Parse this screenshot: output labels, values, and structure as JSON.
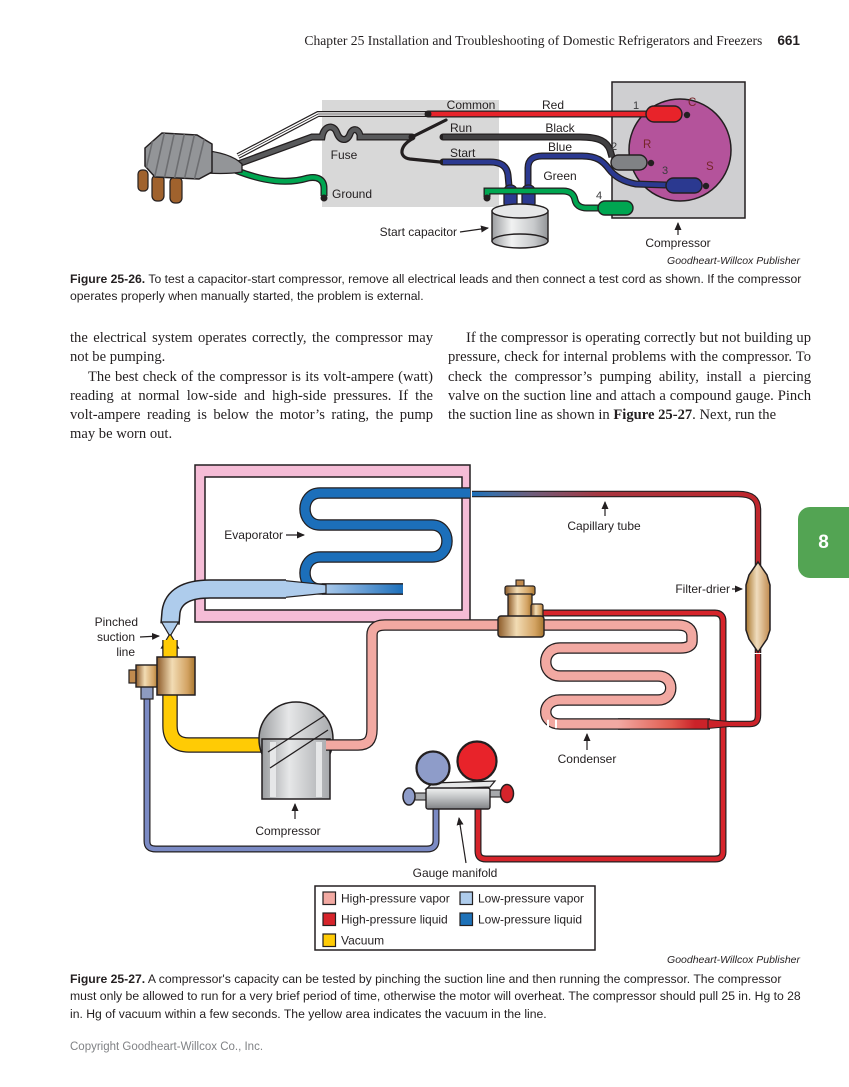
{
  "page": {
    "header_title": "Chapter 25 Installation and Troubleshooting of Domestic Refrigerators and Freezers",
    "page_number": "661",
    "side_tab_label": "8",
    "footer_copyright": "Copyright Goodheart-Willcox Co., Inc."
  },
  "figure_26": {
    "caption_label": "Figure 25-26.",
    "caption_text": " To test a capacitor-start compressor, remove all electrical leads and then connect a test cord as shown. If the compressor operates properly when manually started, the problem is external.",
    "credit": "Goodheart-Willcox Publisher",
    "labels": {
      "common": "Common",
      "red": "Red",
      "run": "Run",
      "black": "Black",
      "fuse": "Fuse",
      "start": "Start",
      "blue": "Blue",
      "green": "Green",
      "ground": "Ground",
      "start_capacitor": "Start capacitor",
      "compressor": "Compressor",
      "t1": "1",
      "t2": "2",
      "t3": "3",
      "t4": "4",
      "c": "C",
      "r": "R",
      "s": "S"
    },
    "colors": {
      "common_wire": "#E8232A",
      "run_wire": "#414042",
      "start_wire": "#2B3990",
      "ground_wire": "#00A651",
      "motor_circle": "#B4539B",
      "panel": "#D8D8D8"
    }
  },
  "body_text": {
    "left_paragraph_1": "the electrical system operates correctly, the compressor may not be pumping.",
    "left_paragraph_2": "The best check of the compressor is its volt-ampere (watt) reading at normal low-side and high-side pressures. If the volt-ampere reading is below the motor’s rating, the pump may be worn out.",
    "right_before_ref": "If the compressor is operating correctly but not building up pressure, check for internal problems with the compressor. To check the compressor’s pumping ability, install a piercing valve on the suction line and attach a compound gauge. Pinch the suction line as shown in ",
    "right_figure_ref": "Figure 25-27",
    "right_after_ref": ". Next, run the"
  },
  "figure_27": {
    "caption_label": "Figure 25-27.",
    "caption_text": " A compressor's capacity can be tested by pinching the suction line and then running the compressor. The compressor must only be allowed to run for a very brief period of time, otherwise the motor will overheat. The compressor should pull 25 in. Hg to 28 in. Hg of vacuum within a few seconds. The yellow area indicates the vacuum in the line.",
    "credit": "Goodheart-Willcox Publisher",
    "labels": {
      "evaporator": "Evaporator",
      "capillary_tube": "Capillary tube",
      "filter_drier": "Filter-drier",
      "pinched_1": "Pinched",
      "pinched_2": "suction",
      "pinched_3": "line",
      "compressor": "Compressor",
      "condenser": "Condenser",
      "gauge_manifold": "Gauge manifold"
    },
    "legend": [
      {
        "label": "High-pressure vapor",
        "color": "#F2A9A2"
      },
      {
        "label": "Low-pressure vapor",
        "color": "#AECCEC"
      },
      {
        "label": "High-pressure liquid",
        "color": "#D6242B"
      },
      {
        "label": "Low-pressure liquid",
        "color": "#1D71B8"
      },
      {
        "label": "Vacuum",
        "color": "#FFCB05"
      }
    ],
    "colors": {
      "evaporator_coil": "#1C6FBA",
      "vacuum_line": "#FFCB05",
      "condenser_coil": "#F2A9A2",
      "liquid_line": "#CC2229",
      "suction_line": "#AECCEC",
      "tab_green": "#53A453"
    }
  }
}
